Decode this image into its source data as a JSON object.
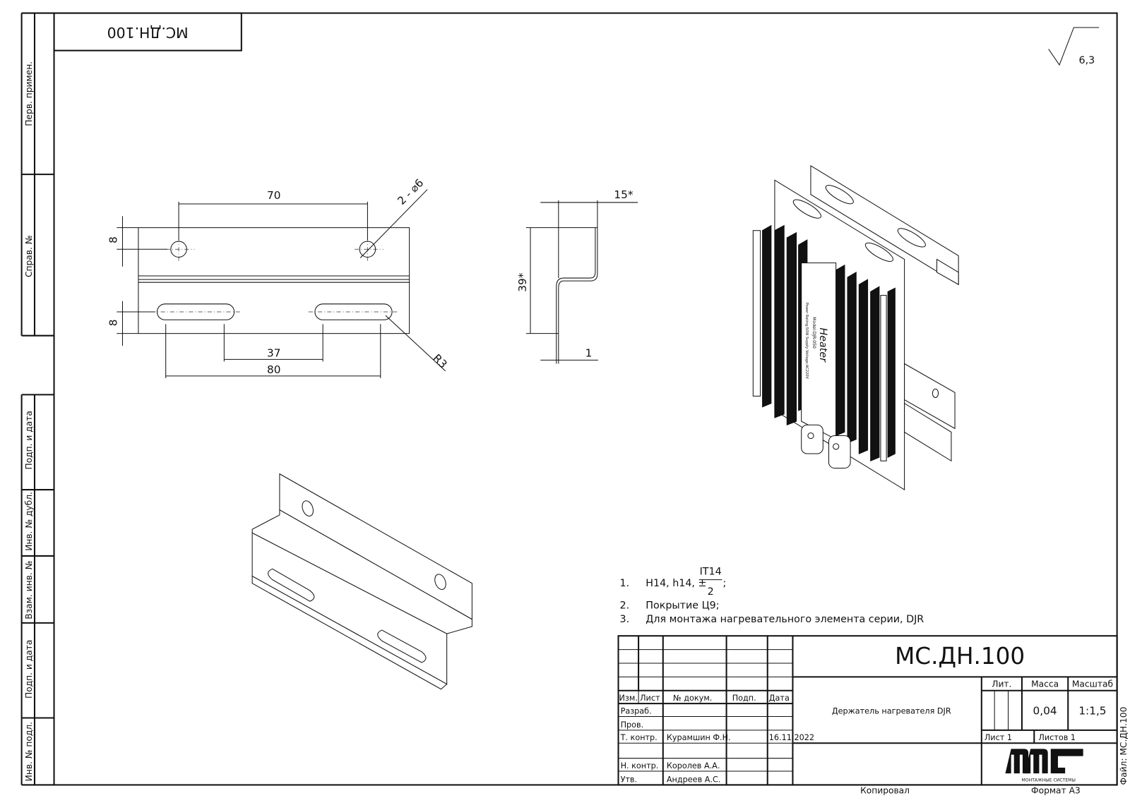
{
  "sheet": {
    "designation": "МС.ДН.100",
    "designation_rotated": "МС.ДН.100",
    "roughness": "6,3",
    "file_label": "Файл: МС.ДН.100",
    "copied_by": "Копировал",
    "format": "Формат А3"
  },
  "left_strip": [
    "Перв. примен.",
    "Справ. №",
    "Подп. и дата",
    "Инв. № дубл.",
    "Взам. инв. №",
    "Подп. и дата",
    "Инв. № подл."
  ],
  "dimensions": {
    "front": {
      "d70": "70",
      "hole": "2 - ⌀6",
      "d8_top": "8",
      "d8_bot": "8",
      "d37": "37",
      "d80": "80",
      "r3": "R3"
    },
    "side": {
      "d15": "15*",
      "d39": "39*",
      "d1": "1"
    }
  },
  "heater_label": {
    "title": "Heater",
    "model": "Model:DJR-050",
    "spec": "Power Rating:50W Supply Voltage:AC220V"
  },
  "notes": {
    "n1_num": "1.",
    "n1_text": "H14, h14, ±",
    "n1_num_top": "IT14",
    "n1_den": "2",
    "n1_end": ";",
    "n2_num": "2.",
    "n2_text": "Покрытие Ц9;",
    "n3_num": "3.",
    "n3_text": "Для монтажа нагревательного элемента серии, DJR"
  },
  "title_block": {
    "headers": {
      "izm": "Изм.",
      "list": "Лист",
      "doc": "№ докум.",
      "sign": "Подп.",
      "date": "Дата"
    },
    "roles": {
      "razrab": "Разраб.",
      "prov": "Пров.",
      "tkontr": "Т. контр.",
      "nkontr": "Н. контр.",
      "utv": "Утв."
    },
    "names": {
      "tkontr": "Курамшин Ф.Н.",
      "nkontr": "Королев А.А.",
      "utv": "Андреев А.С."
    },
    "date_tkontr": "16.11.2022",
    "part_name": "Держатель нагревателя DJR",
    "lit_label": "Лит.",
    "mass_label": "Масса",
    "scale_label": "Масштаб",
    "mass": "0,04",
    "scale": "1:1,5",
    "sheet": "Лист 1",
    "sheets": "Листов 1",
    "logo_text": "МОНТАЖНЫЕ СИСТЕМЫ"
  }
}
